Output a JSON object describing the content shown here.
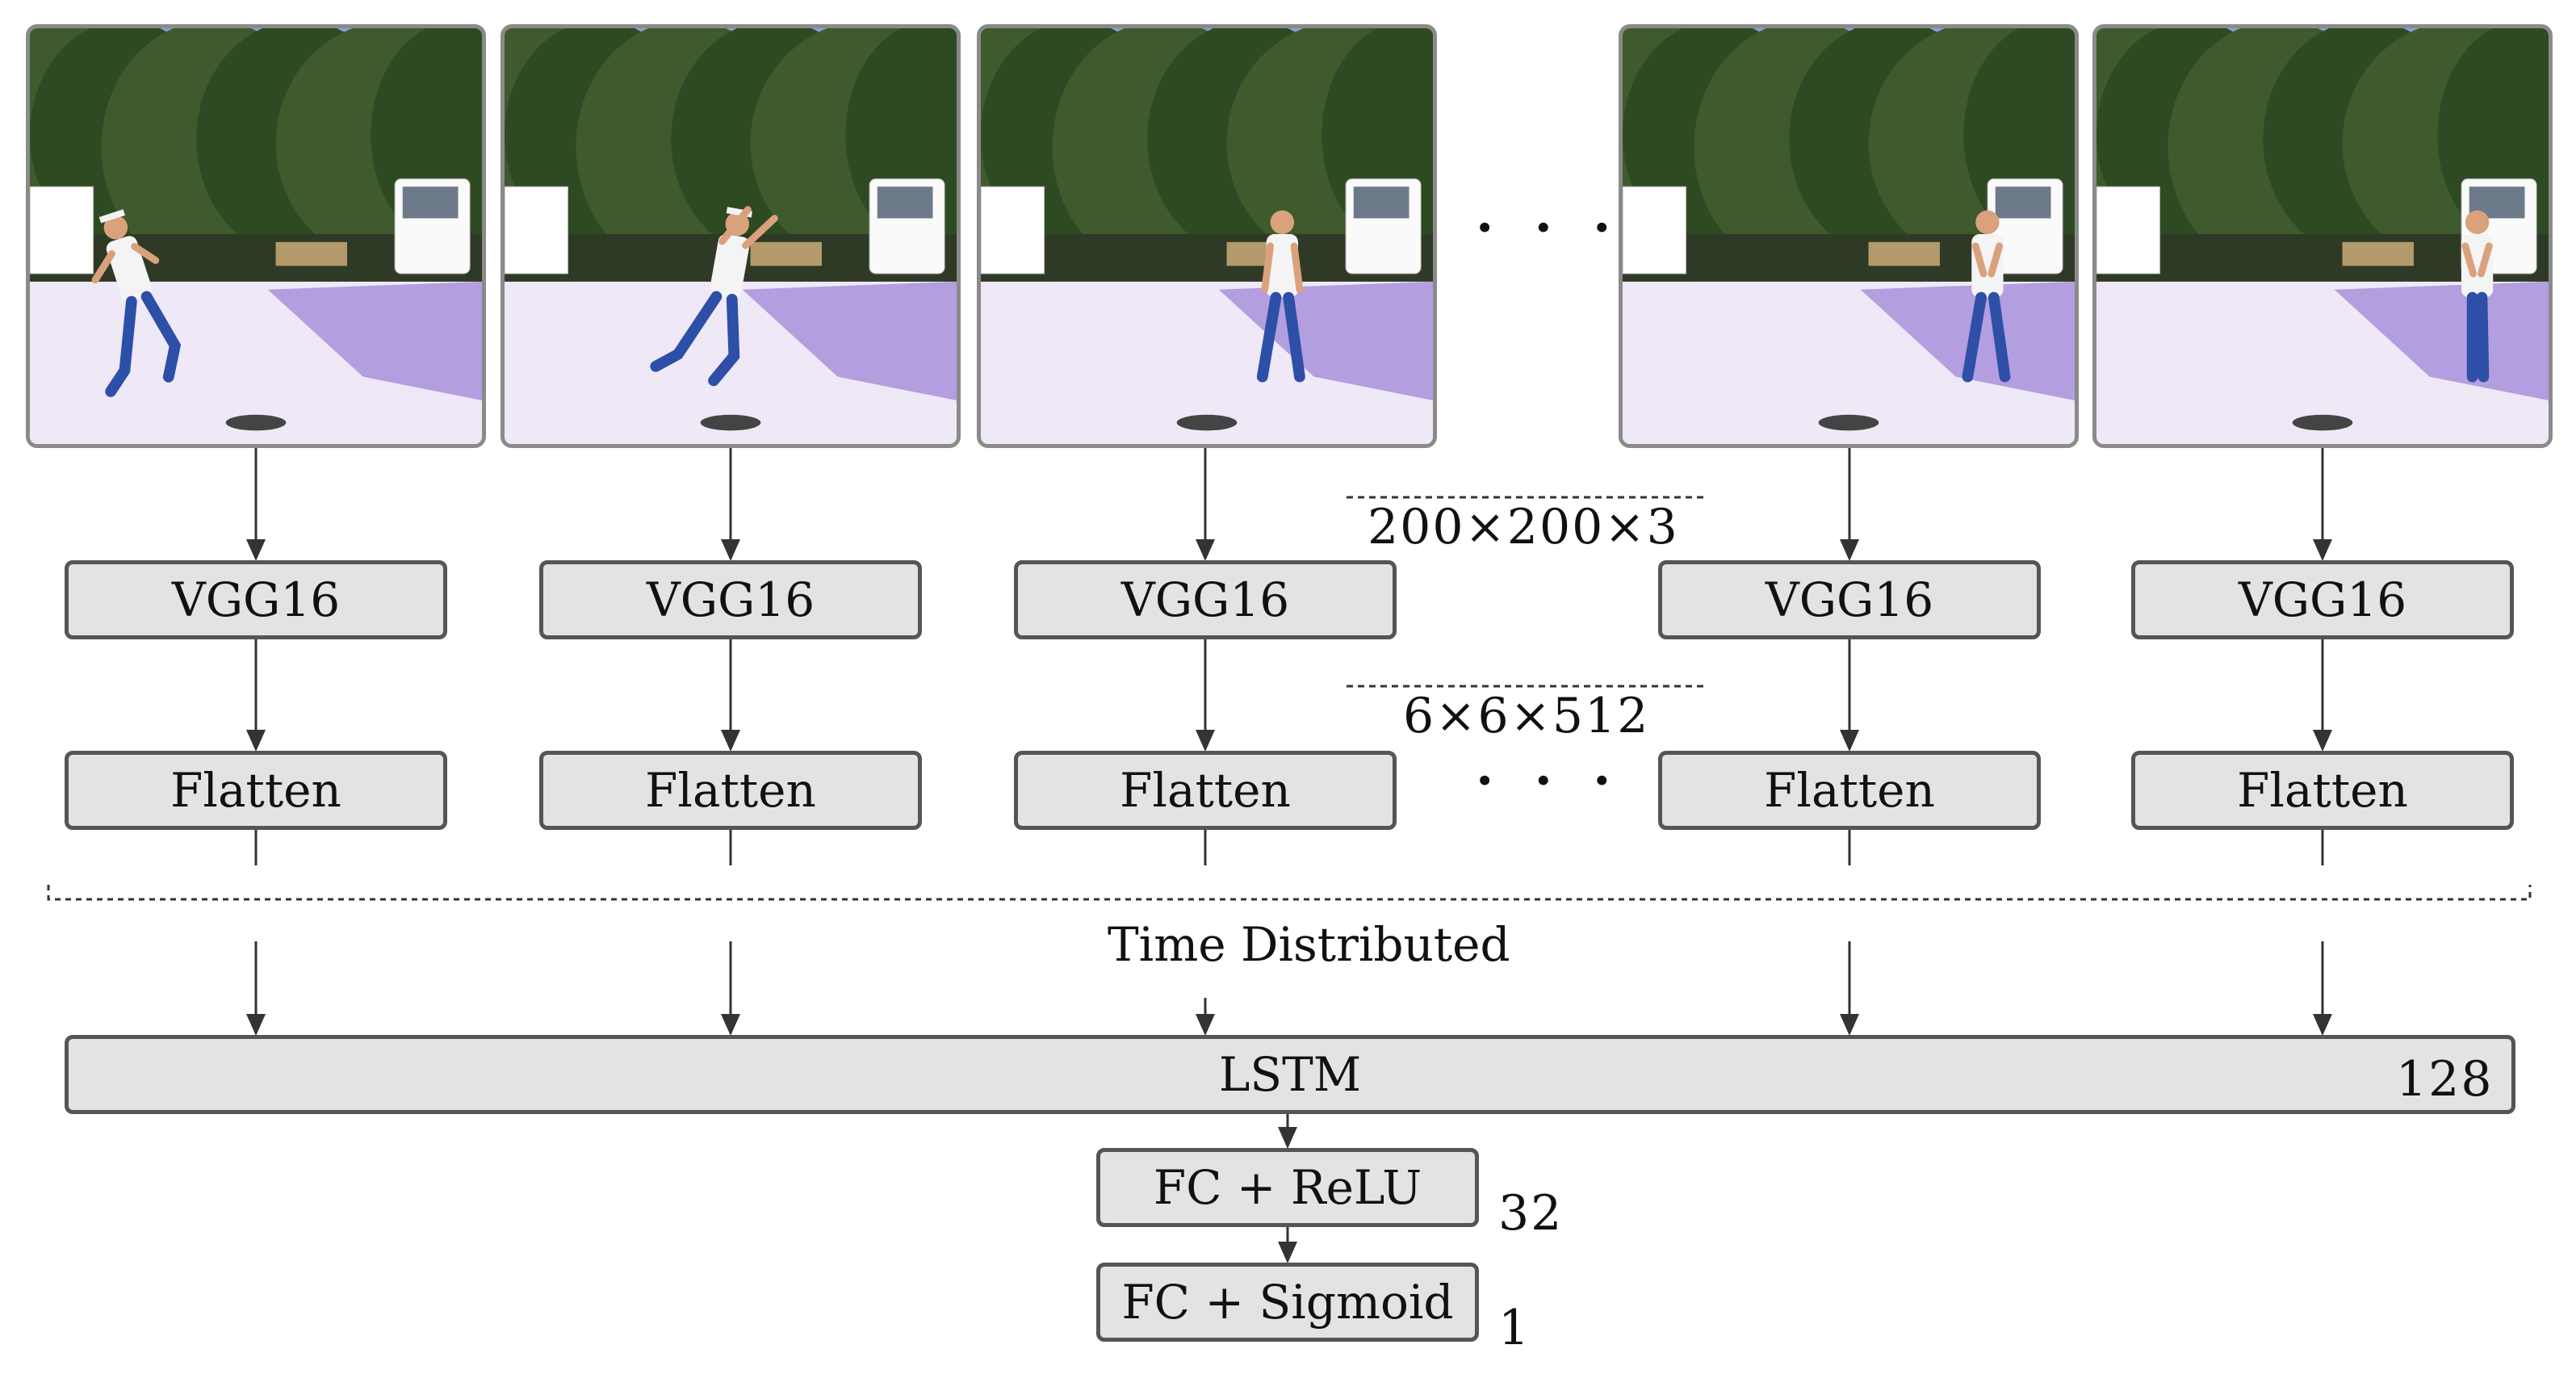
{
  "diagram": {
    "frames": [
      {
        "name": "frame-1",
        "pose": "running-catch"
      },
      {
        "name": "frame-2",
        "pose": "jump-catch"
      },
      {
        "name": "frame-3",
        "pose": "walking"
      },
      {
        "name": "frame-4",
        "pose": "standing"
      },
      {
        "name": "frame-5",
        "pose": "standing-far"
      }
    ],
    "vgg_label": "VGG16",
    "flatten_label": "Flatten",
    "ellipsis": "· · ·",
    "input_dims": "200×200×3",
    "feature_dims": "6×6×512",
    "time_distributed_label": "Time Distributed",
    "lstm_label": "LSTM",
    "lstm_units": "128",
    "fc_relu_label": "FC + ReLU",
    "fc_relu_units": "32",
    "fc_sigmoid_label": "FC + Sigmoid",
    "fc_sigmoid_units": "1",
    "colors": {
      "box_fill": "#e3e3e3",
      "box_border": "#555555",
      "sky": "#8aa0d6",
      "foliage": "#3f5a2c",
      "ground": "#efe8f6",
      "shadow": "#9a7fd6"
    }
  }
}
